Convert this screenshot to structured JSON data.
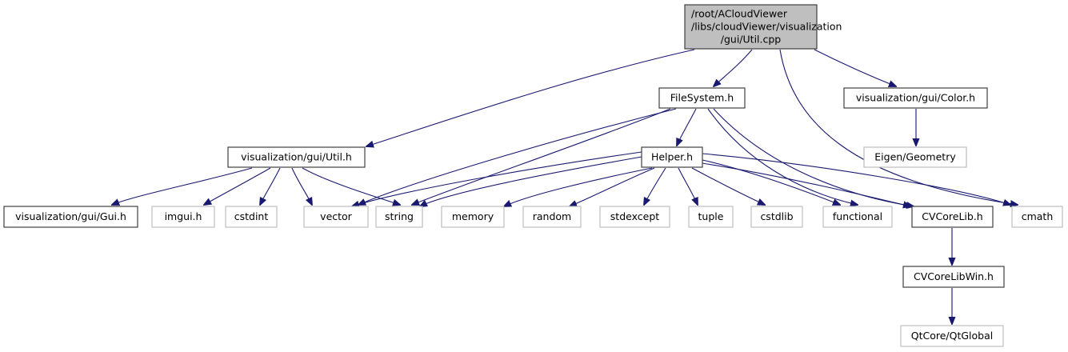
{
  "diagram": {
    "type": "include-dependency-graph",
    "colors": {
      "edge": "#191970",
      "root_fill": "#bfbfbf",
      "node_border": "#404040",
      "external_border": "#bfbfbf"
    },
    "nodes": [
      {
        "id": "root",
        "lines": [
          "/root/ACloudViewer",
          "/libs/cloudViewer/visualization",
          "/gui/Util.cpp"
        ],
        "kind": "root"
      },
      {
        "id": "util_h",
        "lines": [
          "visualization/gui/Util.h"
        ],
        "kind": "documented"
      },
      {
        "id": "filesystem_h",
        "lines": [
          "FileSystem.h"
        ],
        "kind": "documented"
      },
      {
        "id": "color_h",
        "lines": [
          "visualization/gui/Color.h"
        ],
        "kind": "documented"
      },
      {
        "id": "eigen_geometry",
        "lines": [
          "Eigen/Geometry"
        ],
        "kind": "external"
      },
      {
        "id": "helper_h",
        "lines": [
          "Helper.h"
        ],
        "kind": "documented"
      },
      {
        "id": "gui_h",
        "lines": [
          "visualization/gui/Gui.h"
        ],
        "kind": "documented"
      },
      {
        "id": "imgui_h",
        "lines": [
          "imgui.h"
        ],
        "kind": "external"
      },
      {
        "id": "cstdint",
        "lines": [
          "cstdint"
        ],
        "kind": "external"
      },
      {
        "id": "vector",
        "lines": [
          "vector"
        ],
        "kind": "external"
      },
      {
        "id": "string",
        "lines": [
          "string"
        ],
        "kind": "external"
      },
      {
        "id": "memory",
        "lines": [
          "memory"
        ],
        "kind": "external"
      },
      {
        "id": "random",
        "lines": [
          "random"
        ],
        "kind": "external"
      },
      {
        "id": "stdexcept",
        "lines": [
          "stdexcept"
        ],
        "kind": "external"
      },
      {
        "id": "tuple",
        "lines": [
          "tuple"
        ],
        "kind": "external"
      },
      {
        "id": "cstdlib",
        "lines": [
          "cstdlib"
        ],
        "kind": "external"
      },
      {
        "id": "functional",
        "lines": [
          "functional"
        ],
        "kind": "external"
      },
      {
        "id": "cvcorelib_h",
        "lines": [
          "CVCoreLib.h"
        ],
        "kind": "documented"
      },
      {
        "id": "cmath",
        "lines": [
          "cmath"
        ],
        "kind": "external"
      },
      {
        "id": "cvcorelibwin_h",
        "lines": [
          "CVCoreLibWin.h"
        ],
        "kind": "documented"
      },
      {
        "id": "qtglobal",
        "lines": [
          "QtCore/QtGlobal"
        ],
        "kind": "external"
      }
    ],
    "edges": [
      [
        "root",
        "util_h"
      ],
      [
        "root",
        "filesystem_h"
      ],
      [
        "root",
        "cmath"
      ],
      [
        "root",
        "color_h"
      ],
      [
        "util_h",
        "gui_h"
      ],
      [
        "util_h",
        "imgui_h"
      ],
      [
        "util_h",
        "cstdint"
      ],
      [
        "util_h",
        "vector"
      ],
      [
        "util_h",
        "string"
      ],
      [
        "filesystem_h",
        "vector"
      ],
      [
        "filesystem_h",
        "string"
      ],
      [
        "filesystem_h",
        "helper_h"
      ],
      [
        "filesystem_h",
        "functional"
      ],
      [
        "filesystem_h",
        "cvcorelib_h"
      ],
      [
        "color_h",
        "eigen_geometry"
      ],
      [
        "helper_h",
        "vector"
      ],
      [
        "helper_h",
        "string"
      ],
      [
        "helper_h",
        "memory"
      ],
      [
        "helper_h",
        "random"
      ],
      [
        "helper_h",
        "stdexcept"
      ],
      [
        "helper_h",
        "tuple"
      ],
      [
        "helper_h",
        "cstdlib"
      ],
      [
        "helper_h",
        "functional"
      ],
      [
        "helper_h",
        "cvcorelib_h"
      ],
      [
        "helper_h",
        "cmath"
      ],
      [
        "cvcorelib_h",
        "cvcorelibwin_h"
      ],
      [
        "cvcorelibwin_h",
        "qtglobal"
      ]
    ]
  }
}
